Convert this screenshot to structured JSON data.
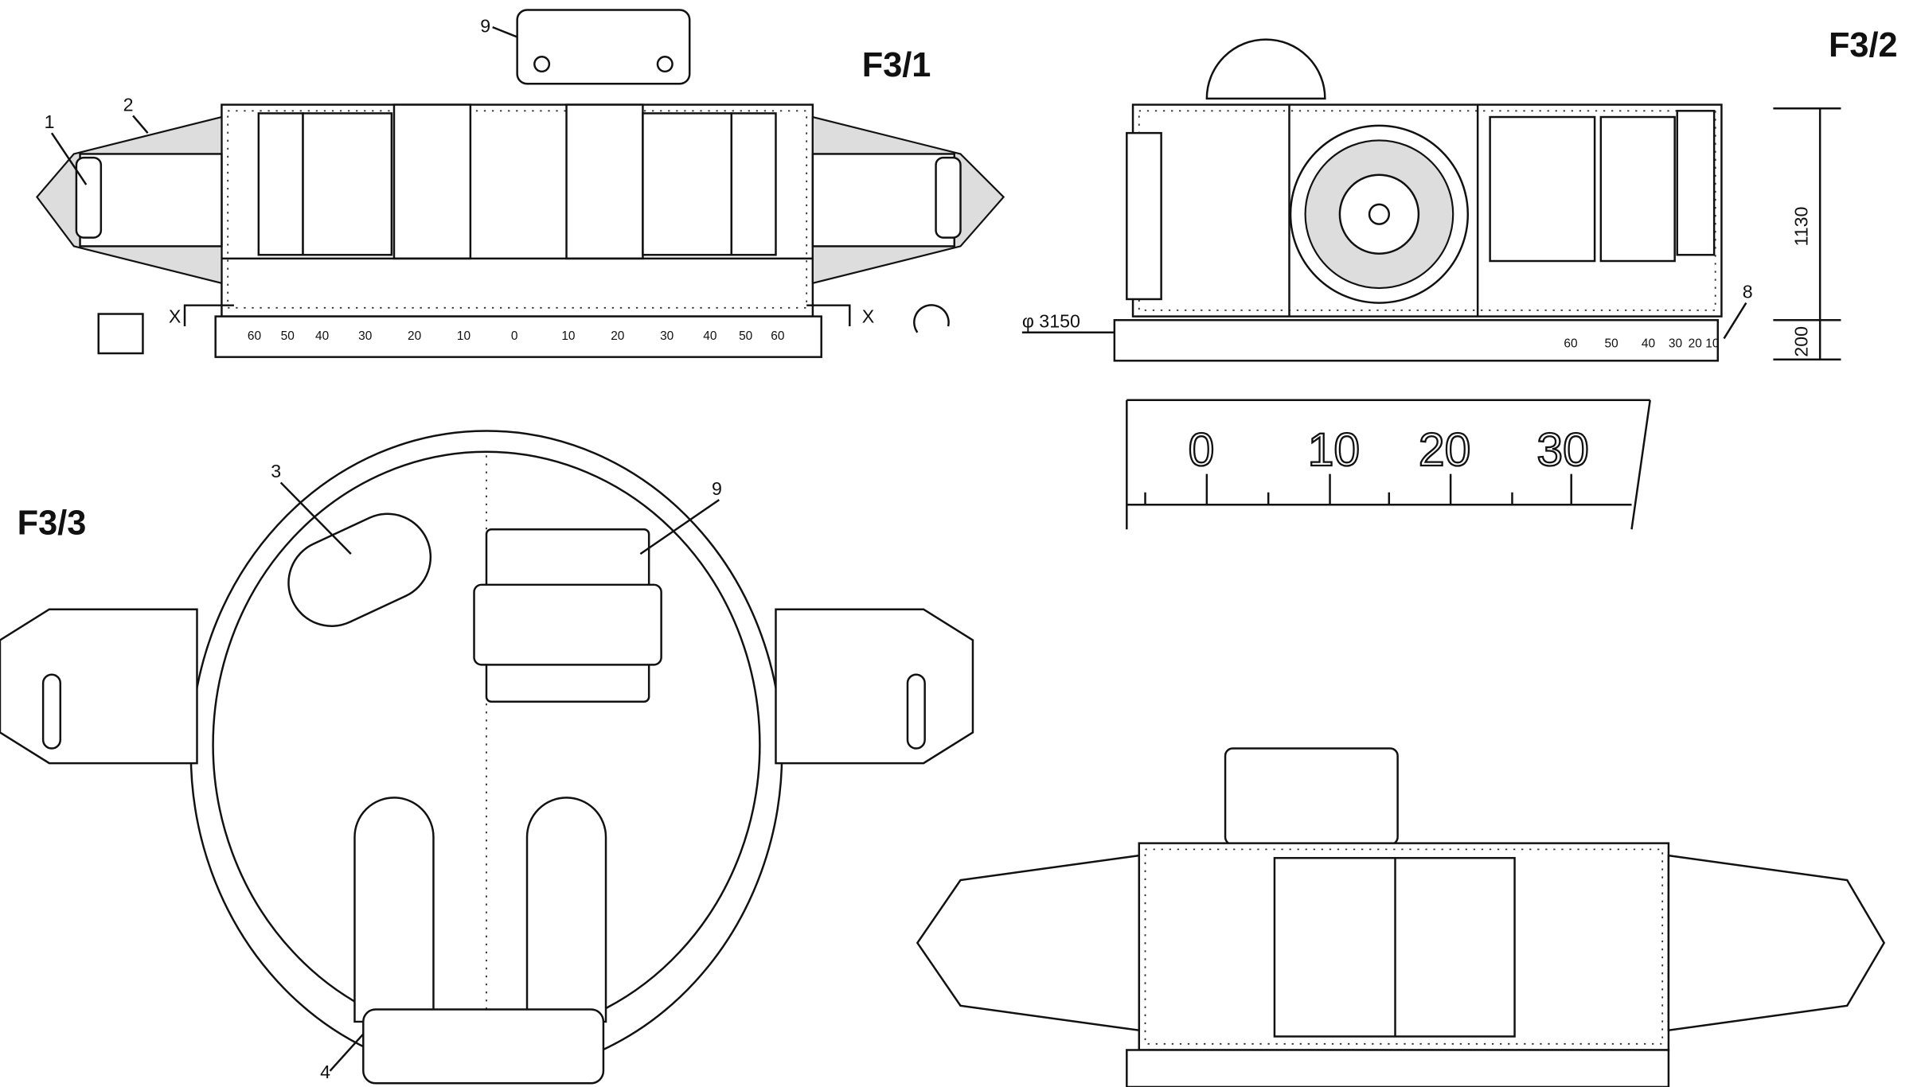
{
  "figures": {
    "f1": {
      "label": "F3/1",
      "callouts": [
        "1",
        "2",
        "9"
      ],
      "section_marks": [
        "X",
        "X"
      ],
      "scale_ticks": [
        "60",
        "50",
        "40",
        "30",
        "20",
        "10",
        "0",
        "10",
        "20",
        "30",
        "40",
        "50",
        "60"
      ]
    },
    "f2": {
      "label": "F3/2",
      "diameter": "φ 3150",
      "dim_height": "1130",
      "dim_base": "200",
      "callout": "8",
      "scale_ticks": [
        "60",
        "50",
        "40",
        "30",
        "20",
        "10"
      ]
    },
    "detail": {
      "scale_ticks": [
        "0",
        "10",
        "20",
        "30"
      ]
    },
    "f3": {
      "label": "F3/3",
      "callouts": [
        "3",
        "9",
        "4"
      ]
    }
  }
}
